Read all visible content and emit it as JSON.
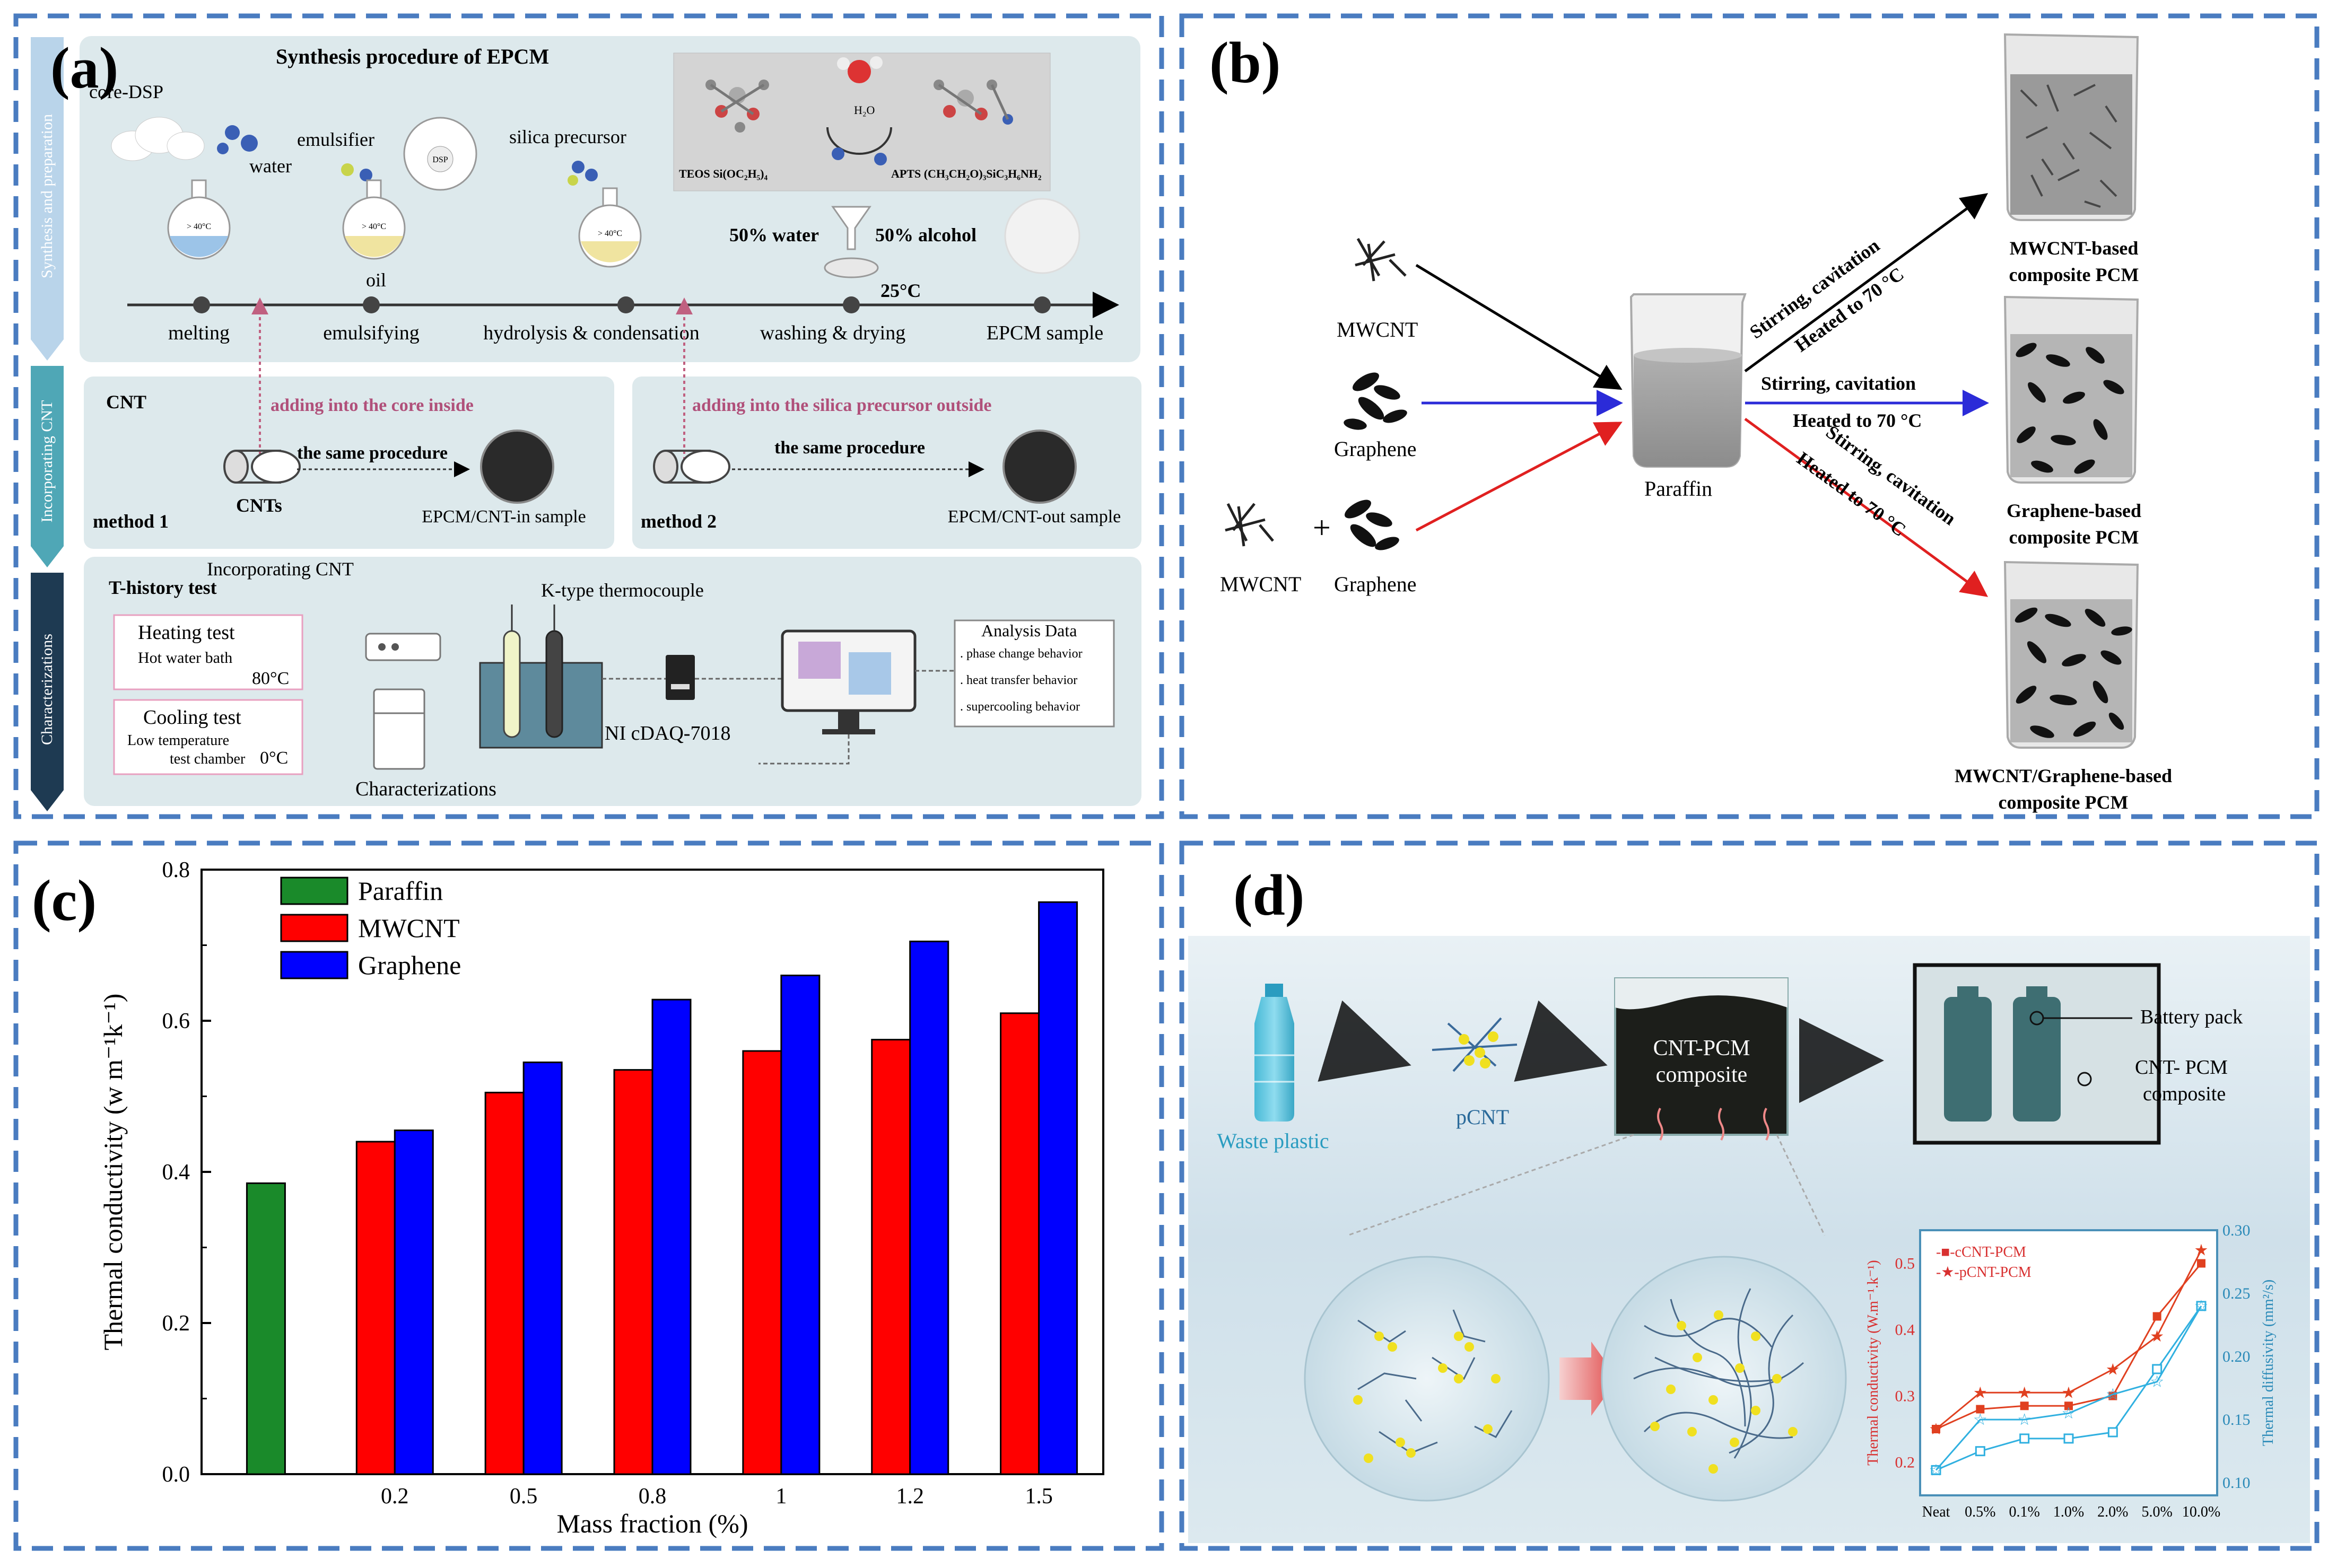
{
  "panel_a": {
    "label": "(a)",
    "side_tabs": [
      "Synthesis and preparation",
      "Incorporating CNT",
      "Characterizations"
    ],
    "title": "Synthesis procedure of EPCM",
    "core_dsp": "core-DSP",
    "water": "water",
    "emulsifier": "emulsifier",
    "dsp": "DSP",
    "silica_precursor": "silica precursor",
    "teos": "TEOS Si(OC₂H₅)₄",
    "aptes": "APTS (CH₃CH₂O)₃SiC₃H₆NH₂",
    "h2o": "H₂O",
    "temp_flask": "> 40°C",
    "oil": "oil",
    "water_pct": "50% water",
    "alcohol_pct": "50% alcohol",
    "dry_temp": "25°C",
    "steps": [
      "melting",
      "emulsifying",
      "hydrolysis & condensation",
      "washing & drying",
      "EPCM sample"
    ],
    "cnt": "CNT",
    "add_core": "adding into the core inside",
    "add_silica": "adding into the silica precursor outside",
    "same_proc": "the same procedure",
    "cnts": "CNTs",
    "method1": "method 1",
    "method2": "method 2",
    "cnt_in": "EPCM/CNT-in sample",
    "cnt_out": "EPCM/CNT-out sample",
    "incorporating_cnt": "Incorporating CNT",
    "t_history": "T-history test",
    "k_type": "K-type thermocouple",
    "heating_test": "Heating test",
    "hot_water": "Hot water bath",
    "temp80": "80°C",
    "cooling_test": "Cooling test",
    "low_temp": "Low temperature",
    "test_chamber": "test chamber",
    "temp0": "0°C",
    "ni_daq": "NI cDAQ-7018",
    "characterizations": "Characterizations",
    "analysis_title": "Analysis Data",
    "analysis_items": [
      ". phase change behavior",
      ". heat transfer behavior",
      ". supercooling behavior"
    ]
  },
  "panel_b": {
    "label": "(b)",
    "mwcnt": "MWCNT",
    "graphene": "Graphene",
    "plus": "+",
    "paraffin": "Paraffin",
    "stir": "Stirring, cavitation",
    "heat": "Heated to 70 °C",
    "products": [
      [
        "MWCNT-based",
        "composite PCM"
      ],
      [
        "Graphene-based",
        "composite PCM"
      ],
      [
        "MWCNT/Graphene-based",
        "composite PCM"
      ]
    ],
    "colors": {
      "black": "#000000",
      "blue": "#2b2bd8",
      "red": "#e02020"
    }
  },
  "panel_c": {
    "label": "(c)"
  },
  "chart_data": {
    "type": "bar",
    "categories": [
      "",
      "0.2",
      "0.5",
      "0.8",
      "1",
      "1.2",
      "1.5"
    ],
    "series": [
      {
        "name": "Paraffin",
        "color": "#1a8a2a",
        "values": [
          0.385,
          null,
          null,
          null,
          null,
          null,
          null
        ]
      },
      {
        "name": "MWCNT",
        "color": "#ff0000",
        "values": [
          null,
          0.44,
          0.505,
          0.535,
          0.56,
          0.575,
          0.61
        ]
      },
      {
        "name": "Graphene",
        "color": "#0000ff",
        "values": [
          null,
          0.455,
          0.545,
          0.628,
          0.66,
          0.705,
          0.757
        ]
      }
    ],
    "xlabel": "Mass fraction (%)",
    "ylabel": "Thermal conductivity  (w m⁻¹k⁻¹)",
    "ylim": [
      0.0,
      0.8
    ],
    "yticks": [
      "0.0",
      "0.2",
      "0.4",
      "0.6",
      "0.8"
    ],
    "legend_position": "top-left",
    "grid": false
  },
  "panel_d": {
    "label": "(d)",
    "waste_plastic": "Waste plastic",
    "pcnt": "pCNT",
    "composite": [
      "CNT-PCM",
      "composite"
    ],
    "battery_pack": "Battery pack",
    "cnt_pcm": [
      "CNT- PCM",
      "composite"
    ],
    "inset": {
      "legend": [
        "cCNT-PCM",
        "pCNT-PCM"
      ],
      "ylabel_left": "Thermal conductivity (W.m⁻¹.k⁻¹)",
      "ylabel_right": "Thermal diffusivity (mm²/s)",
      "x_ticks": [
        "Neat",
        "0.5%",
        "0.1%",
        "1.0%",
        "2.0%",
        "5.0%",
        "10.0%"
      ],
      "left_ticks": [
        "0.2",
        "0.3",
        "0.4",
        "0.5"
      ],
      "right_ticks": [
        "0.10",
        "0.15",
        "0.20",
        "0.25",
        "0.30"
      ],
      "ccnt_tc": [
        0.25,
        0.28,
        0.285,
        0.285,
        0.3,
        0.42,
        0.5
      ],
      "pcnt_tc": [
        0.25,
        0.305,
        0.305,
        0.305,
        0.34,
        0.39,
        0.52
      ],
      "ccnt_td": [
        0.11,
        0.125,
        0.135,
        0.135,
        0.14,
        0.19,
        0.24
      ],
      "pcnt_td": [
        0.11,
        0.15,
        0.15,
        0.155,
        0.17,
        0.18,
        0.24
      ]
    }
  }
}
